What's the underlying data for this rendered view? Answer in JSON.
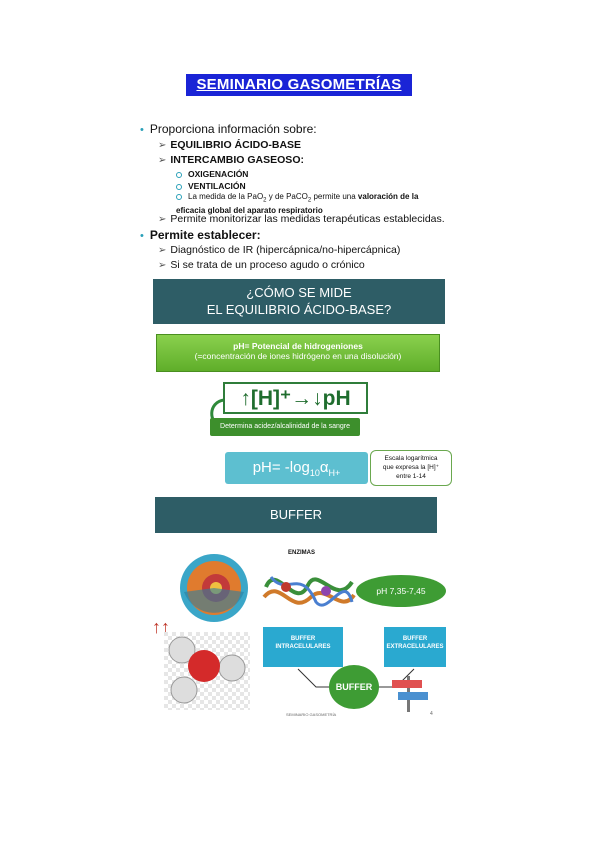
{
  "title": "SEMINARIO GASOMETRÍAS",
  "section1": {
    "intro": "Proporciona información sobre:",
    "item_acid": "EQUILIBRIO ÁCIDO-BASE",
    "item_gas": "INTERCAMBIO GASEOSO:",
    "sub_oxi": "OXIGENACIÓN",
    "sub_vent": "VENTILACIÓN",
    "sub_measure_pre": "La medida de la PaO",
    "sub_measure_mid": " y de PaCO",
    "sub_measure_post": " permite una ",
    "sub_measure_bold": "valoración de la eficacia global del aparato respiratorio",
    "item_monitor": "Permite monitorizar las medidas terapéuticas establecidas."
  },
  "section2": {
    "intro": "Permite establecer:",
    "item_ir": "Diagnóstico de IR (hipercápnica/no-hipercápnica)",
    "item_acute": "Si se trata de un proceso agudo o crónico"
  },
  "slide": {
    "question_line1": "¿CÓMO SE MIDE",
    "question_line2": "EL EQUILIBRIO ÁCIDO-BASE?",
    "ph_def_title": "pH= Potencial de hidrogeniones",
    "ph_def_sub": "(=concentración de iones hidrógeno en una disolución)",
    "h_ph_relation": "↑[H]⁺→↓pH",
    "determina": "Determina acidez/alcalinidad de la sangre",
    "formula": "pH= -log",
    "formula_sub": "10",
    "formula_alpha": "α",
    "formula_alpha_sub": "H+",
    "callout_line1": "Escala logarítmica",
    "callout_line2": "que expresa la [H]⁺",
    "callout_line3": "entre 1-14",
    "buffer_title": "BUFFER",
    "enzimas": "ENZIMAS",
    "ph_range": "pH 7,35-7,45",
    "buffer_intra": "BUFFER INTRACELULARES",
    "buffer_extra": "BUFFER EXTRACELULARES",
    "buffer_center": "BUFFER",
    "footer": "SEMINARIO GASOMETRÍA",
    "page_number": "4"
  },
  "colors": {
    "title_bg": "#1a24d6",
    "teal": "#2e5d66",
    "green": "#3e9c34",
    "light_blue": "#5dbfd0",
    "buffer_blue": "#2aa9d0"
  }
}
